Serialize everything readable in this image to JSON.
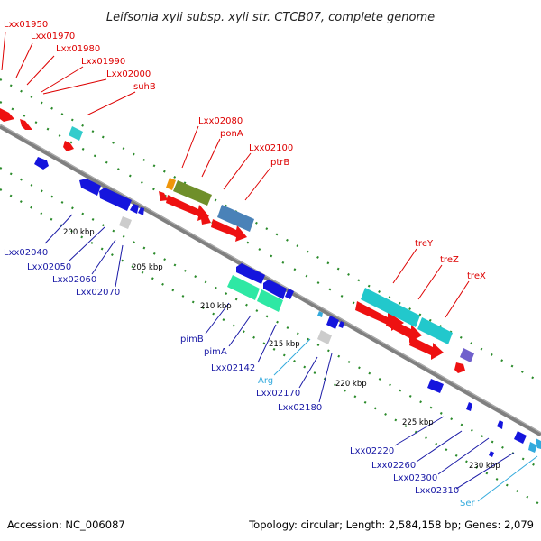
{
  "title": "Leifsonia xyli subsp. xyli str. CTCB07, complete genome",
  "footer": {
    "accession": "Accession: NC_006087",
    "summary": "Topology: circular; Length: 2,584,158 bp; Genes: 2,079"
  },
  "colors": {
    "top_label": "#dd0000",
    "bottom_label": "#1a1aa6",
    "rna_label": "#33aadd",
    "backbone": "#808080",
    "tick_dots": "#2a8a2a"
  },
  "scale_ticks": [
    "200 kbp",
    "205 kbp",
    "210 kbp",
    "215 kbp",
    "220 kbp",
    "225 kbp",
    "230 kbp"
  ],
  "top_labels": [
    "Lxx01950",
    "Lxx01970",
    "Lxx01980",
    "Lxx01990",
    "Lxx02000",
    "suhB",
    "Lxx02080",
    "ponA",
    "Lxx02100",
    "ptrB",
    "treY",
    "treZ",
    "treX"
  ],
  "bottom_labels": [
    "Lxx02040",
    "Lxx02050",
    "Lxx02060",
    "Lxx02070",
    "pimB",
    "pimA",
    "Lxx02142",
    "Arg",
    "Lxx02170",
    "Lxx02180",
    "Lxx02220",
    "Lxx02260",
    "Lxx02300",
    "Lxx02310",
    "Ser"
  ]
}
